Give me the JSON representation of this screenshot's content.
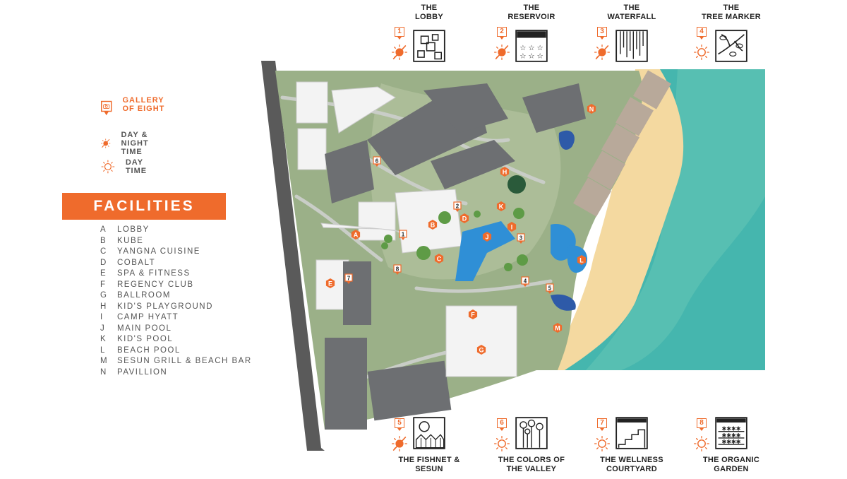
{
  "legend": {
    "gallery": "GALLERY OF EIGHT",
    "day_night": "DAY & NIGHT TIME",
    "day": "DAY TIME"
  },
  "facilities": {
    "title": "FACILITIES",
    "items": [
      {
        "key": "A",
        "name": "LOBBY"
      },
      {
        "key": "B",
        "name": "KUBE"
      },
      {
        "key": "C",
        "name": "YANGNA CUISINE"
      },
      {
        "key": "D",
        "name": "COBALT"
      },
      {
        "key": "E",
        "name": "SPA & FITNESS"
      },
      {
        "key": "F",
        "name": "REGENCY CLUB"
      },
      {
        "key": "G",
        "name": "BALLROOM"
      },
      {
        "key": "H",
        "name": "KID'S PLAYGROUND"
      },
      {
        "key": "I",
        "name": "CAMP HYATT"
      },
      {
        "key": "J",
        "name": "MAIN POOL"
      },
      {
        "key": "K",
        "name": "KID'S POOL"
      },
      {
        "key": "L",
        "name": "BEACH POOL"
      },
      {
        "key": "M",
        "name": "SESUN GRILL & BEACH BAR"
      },
      {
        "key": "N",
        "name": "PAVILLION"
      }
    ]
  },
  "gallery": [
    {
      "num": "1",
      "title_1": "THE",
      "title_2": "LOBBY",
      "time": "day-night",
      "icon": "lobby-squares-icon"
    },
    {
      "num": "2",
      "title_1": "THE",
      "title_2": "RESERVOIR",
      "time": "day-night",
      "icon": "reservoir-stars-icon"
    },
    {
      "num": "3",
      "title_1": "THE",
      "title_2": "WATERFALL",
      "time": "day-night",
      "icon": "waterfall-lines-icon"
    },
    {
      "num": "4",
      "title_1": "THE",
      "title_2": "TREE MARKER",
      "time": "day",
      "icon": "tree-branch-icon"
    },
    {
      "num": "5",
      "title_1": "THE FISHNET &",
      "title_2": "SESUN",
      "time": "day-night",
      "icon": "fishnet-moon-icon"
    },
    {
      "num": "6",
      "title_1": "THE COLORS OF",
      "title_2": "THE VALLEY",
      "time": "day",
      "icon": "flowers-icon"
    },
    {
      "num": "7",
      "title_1": "THE WELLNESS",
      "title_2": "COURTYARD",
      "time": "day",
      "icon": "stairs-icon"
    },
    {
      "num": "8",
      "title_1": "THE ORGANIC",
      "title_2": "GARDEN",
      "time": "day",
      "icon": "garden-rows-icon"
    }
  ],
  "map": {
    "facility_labels": [
      "A",
      "B",
      "C",
      "D",
      "E",
      "F",
      "G",
      "H",
      "I",
      "J",
      "K",
      "L",
      "M",
      "N"
    ],
    "gallery_pins": [
      "1",
      "2",
      "3",
      "4",
      "5",
      "6",
      "7",
      "8"
    ],
    "colors": {
      "accent": "#ef6b2c",
      "grass": "#9bb088",
      "building": "#6d6f72",
      "pool": "#2f8fd6",
      "sand": "#f4d9a0",
      "sea": "#3fb3ac"
    }
  }
}
